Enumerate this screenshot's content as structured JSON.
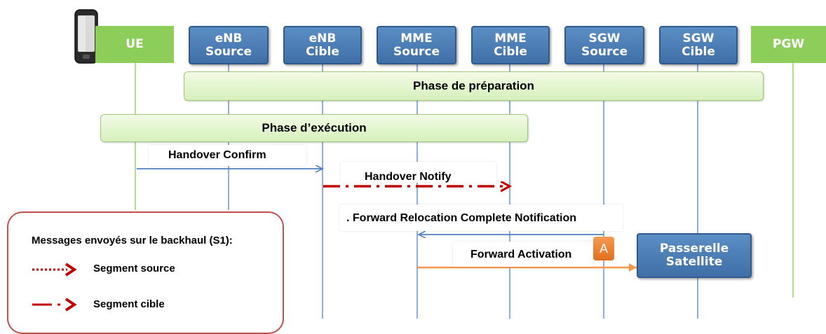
{
  "entities": [
    {
      "id": "ue",
      "label": "UE"
    },
    {
      "id": "enb-source",
      "label": "eNB\nSource"
    },
    {
      "id": "enb-cible",
      "label": "eNB\nCible"
    },
    {
      "id": "mme-source",
      "label": "MME\nSource"
    },
    {
      "id": "mme-cible",
      "label": "MME\nCible"
    },
    {
      "id": "sgw-source",
      "label": "SGW\nSource"
    },
    {
      "id": "sgw-cible",
      "label": "SGW\nCible"
    },
    {
      "id": "pgw",
      "label": "PGW"
    }
  ],
  "phases": {
    "preparation": "Phase de préparation",
    "execution": "Phase  d’exécution"
  },
  "messages": {
    "handover_confirm": "Handover Confirm",
    "handover_notify": "Handover Notify",
    "forward_relocation": ". Forward Relocation Complete Notification",
    "forward_activation": "Forward Activation"
  },
  "badge": "A",
  "gateway": "Passerelle\nSatellite",
  "legend": {
    "title": "Messages envoyés sur le backhaul (S1):",
    "source_label": "Segment source",
    "target_label": "Segment cible"
  },
  "colors": {
    "node_blue": "#4a7fb8",
    "node_green": "#8dce5a",
    "lifeline_blue": "#6a93c9",
    "lifeline_green": "#9bd46a",
    "arrow_blue": "#4f81bd",
    "arrow_red": "#c00000",
    "arrow_orange": "#f79646",
    "legend_border": "#c0504d",
    "badge": "#f07f2d"
  }
}
